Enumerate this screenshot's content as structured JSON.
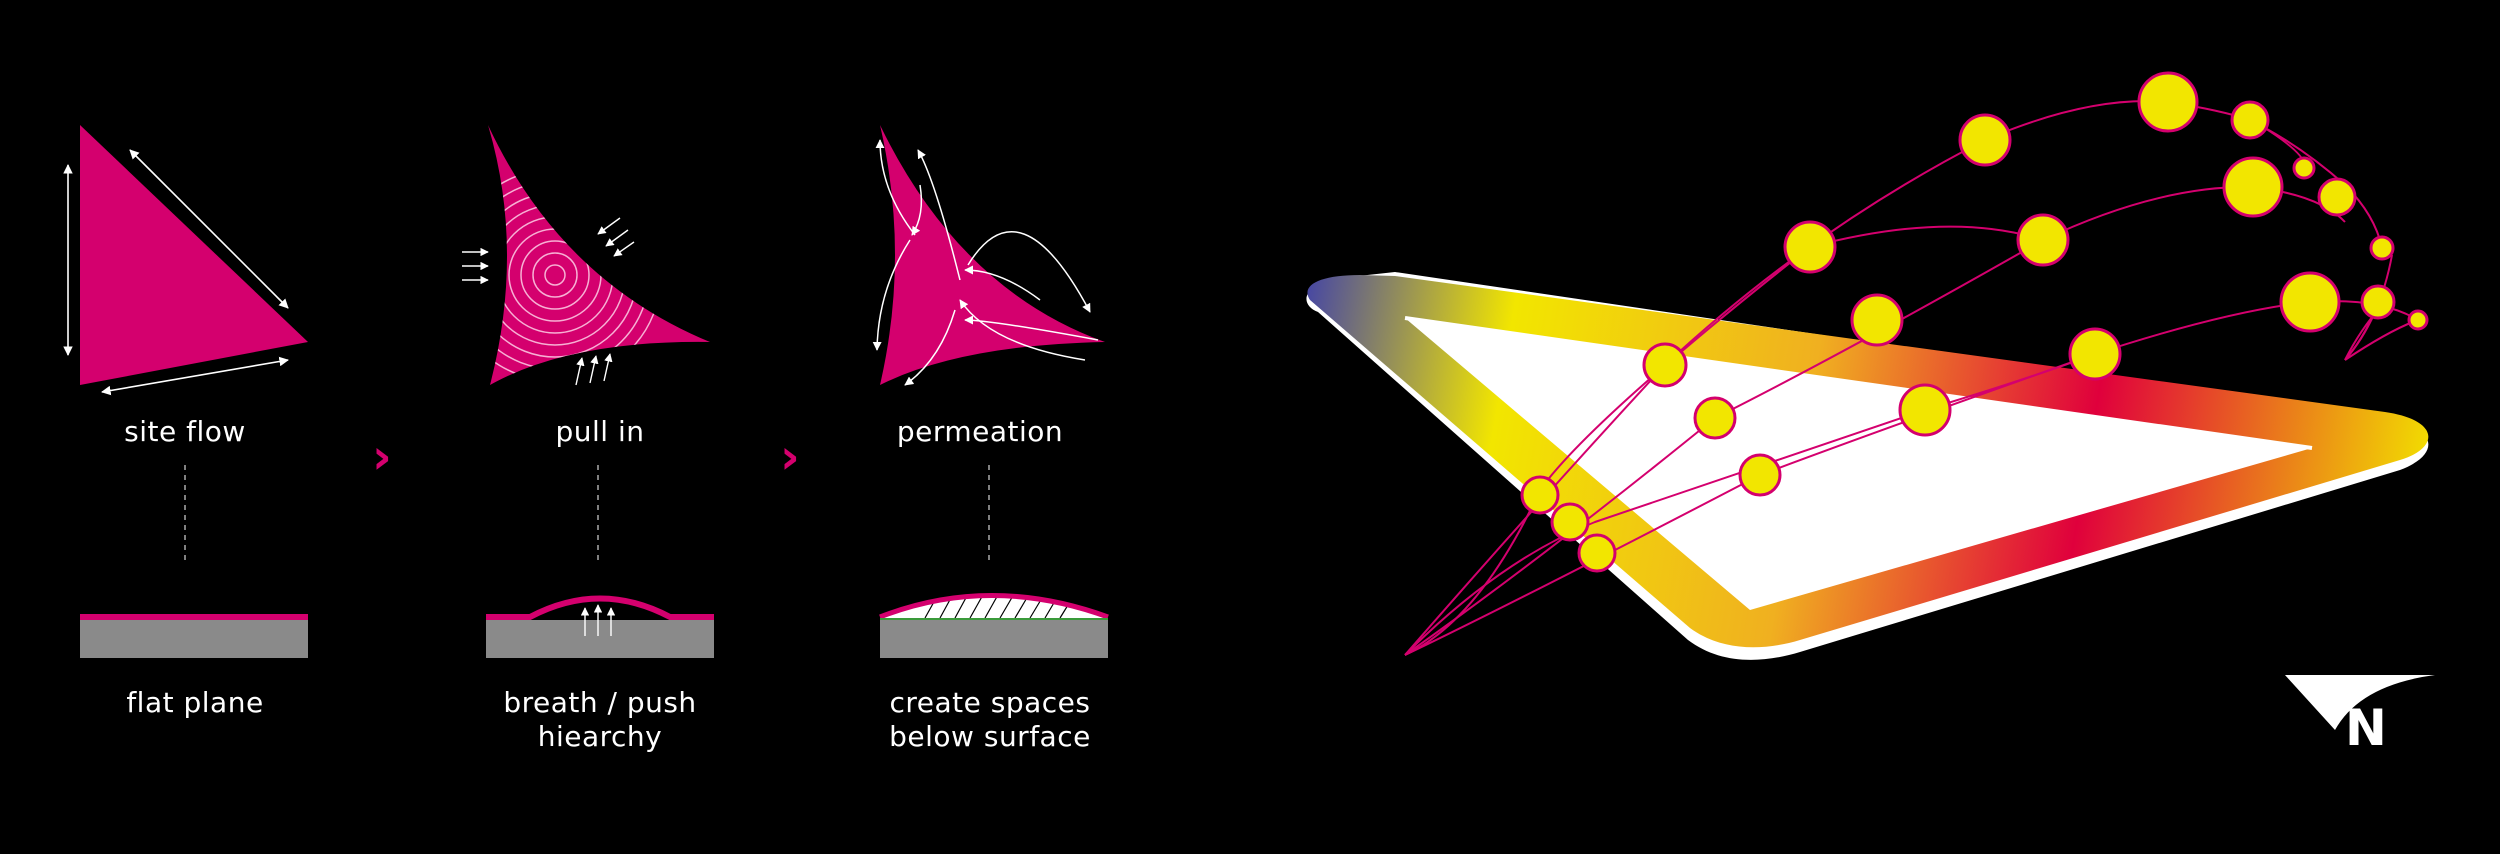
{
  "steps": [
    {
      "top_label": "site flow",
      "bottom_label": "flat plane"
    },
    {
      "top_label": "pull in",
      "bottom_label": "breath / push\nhiearchy"
    },
    {
      "top_label": "permeation",
      "bottom_label": "create spaces\nbelow surface"
    }
  ],
  "arrow_glyph": "›",
  "logo": {
    "letter": "N"
  },
  "colors": {
    "background": "#000000",
    "magenta": "#d4006e",
    "yellow": "#f2e600",
    "ground": "#8a8a8a",
    "white": "#ffffff",
    "gradient_blue": "#4a4aa0",
    "gradient_orange": "#f0a020",
    "gradient_red": "#e0003c"
  }
}
